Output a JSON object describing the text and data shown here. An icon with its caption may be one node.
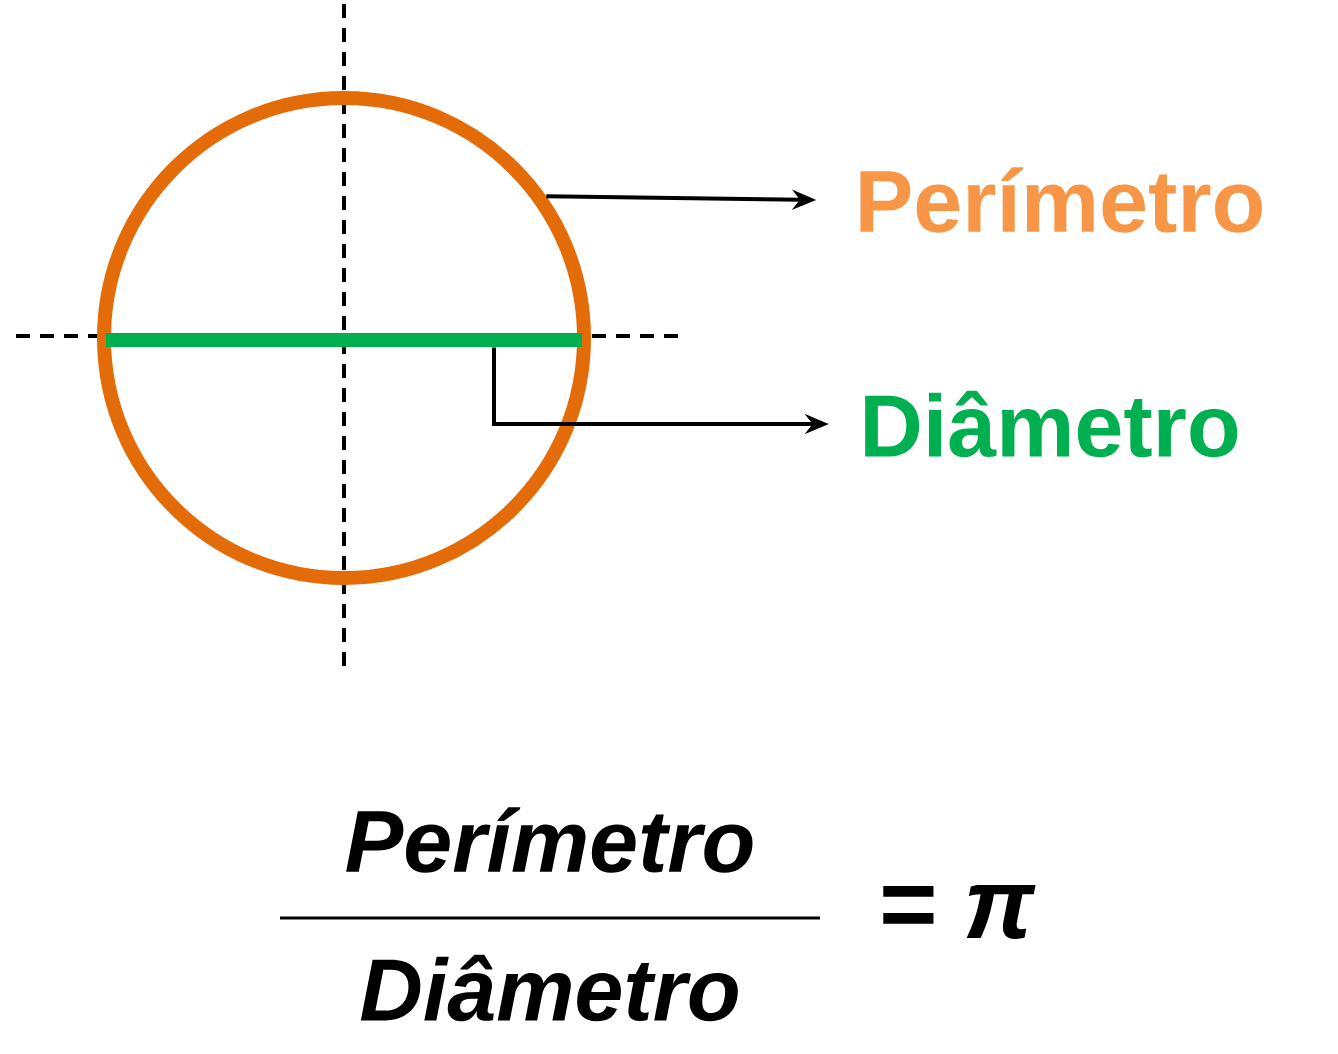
{
  "diagram": {
    "nodes": [
      {
        "text": [
          "Perímetro"
        ]
      },
      {
        "text": [
          "Diâmetro"
        ]
      },
      {
        "text": [],
        "shape": "circle"
      },
      {
        "text": [],
        "shape": "bar",
        "in": 2
      }
    ],
    "edges": [
      {
        "from": 2,
        "to": 0,
        "arrow": "to"
      },
      {
        "from": 3,
        "to": 1,
        "arrow": "to"
      }
    ],
    "labels": [
      "Perímetro",
      "Diâmetro",
      "= π"
    ]
  }
}
